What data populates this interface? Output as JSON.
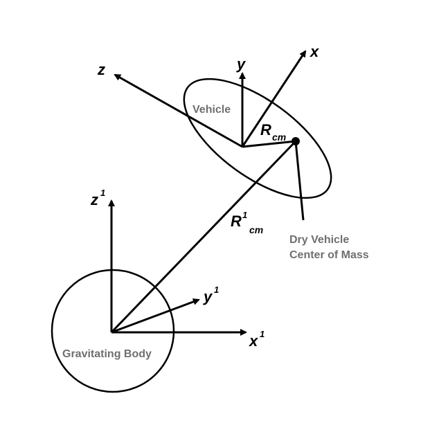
{
  "labels": {
    "vehicle": "Vehicle",
    "gravitating_body": "Gravitating Body",
    "dry_cm_line1": "Dry Vehicle",
    "dry_cm_line2": "Center of Mass"
  },
  "vehicle_frame": {
    "x": "x",
    "y": "y",
    "z": "z"
  },
  "inertial_frame": {
    "x": "x",
    "y": "y",
    "z": "z",
    "superscript": "1"
  },
  "vectors": {
    "r_cm": {
      "main": "R",
      "sub": "cm"
    },
    "r1_cm": {
      "main": "R",
      "sup": "1",
      "sub": "cm"
    }
  }
}
